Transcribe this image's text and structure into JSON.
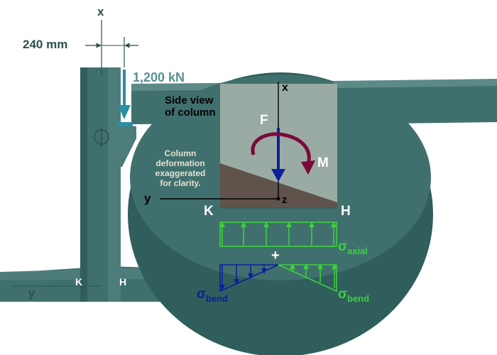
{
  "labels": {
    "top_x": "x",
    "offset": "240 mm",
    "load": "1,200 kN",
    "centerline": "℄",
    "side_view_line1": "Side view",
    "side_view_line2": "of column",
    "deform_line1": "Column",
    "deform_line2": "deformation",
    "deform_line3": "exaggerated",
    "deform_line4": "for clarity.",
    "inset_x": "x",
    "force": "F",
    "moment": "M",
    "inset_y": "y",
    "inset_z": "z",
    "inset_k": "K",
    "inset_h": "H",
    "sigma": "σ",
    "axial_sub": "axial",
    "bend_left_sub": "bend",
    "bend_right_sub": "bend",
    "plus": "+",
    "floor_y": "y",
    "floor_k": "K",
    "floor_h": "H"
  },
  "colors": {
    "background": "#ffffff",
    "structure_dark": "#2f5e5c",
    "structure": "#3f706e",
    "structure_light": "#5b8a87",
    "dim_text": "#2d4f4f",
    "load_arrow": "#2a8fa3",
    "load_text": "#5b8f8f",
    "column_face": "#9aaba3",
    "deformed_section": "#5f534b",
    "force_arrow": "#0d1f9a",
    "moment_arrow": "#7a0a3a",
    "axial_stress": "#3fcf3f",
    "bend_compression": "#0d1f9a",
    "bend_tension": "#3fcf3f",
    "white_text": "#ffffff"
  },
  "icons": {
    "centerline": "centerline-symbol-icon",
    "load": "down-arrow-icon",
    "moment": "curved-arrow-icon"
  }
}
